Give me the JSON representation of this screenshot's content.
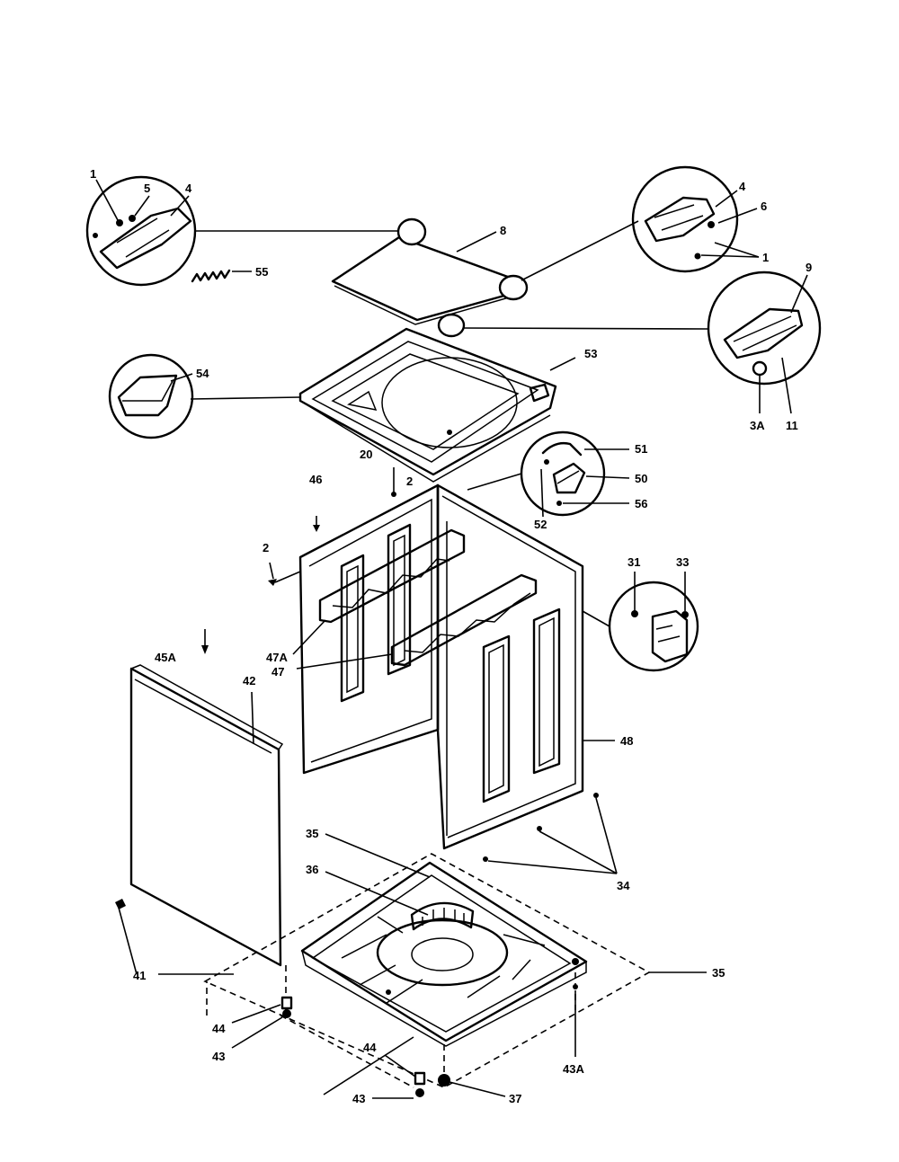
{
  "callouts": {
    "c1a": "1",
    "c5a": "5",
    "c4a": "4",
    "c55": "55",
    "c8": "8",
    "c4b": "4",
    "c6": "6",
    "c1b": "1",
    "c9": "9",
    "c3A": "3A",
    "c11": "11",
    "c54": "54",
    "c53": "53",
    "c51": "51",
    "c50": "50",
    "c56": "56",
    "c52": "52",
    "c20": "20",
    "c2a": "2",
    "c46": "46",
    "c2b": "2",
    "c31": "31",
    "c33": "33",
    "c47A": "47A",
    "c45A": "45A",
    "c42": "42",
    "c47": "47",
    "c48": "48",
    "c35a": "35",
    "c36": "36",
    "c34": "34",
    "c41": "41",
    "c35b": "35",
    "c44a": "44",
    "c43a": "43",
    "c44b": "44",
    "c43b": "43",
    "c37": "37",
    "c43A": "43A"
  }
}
